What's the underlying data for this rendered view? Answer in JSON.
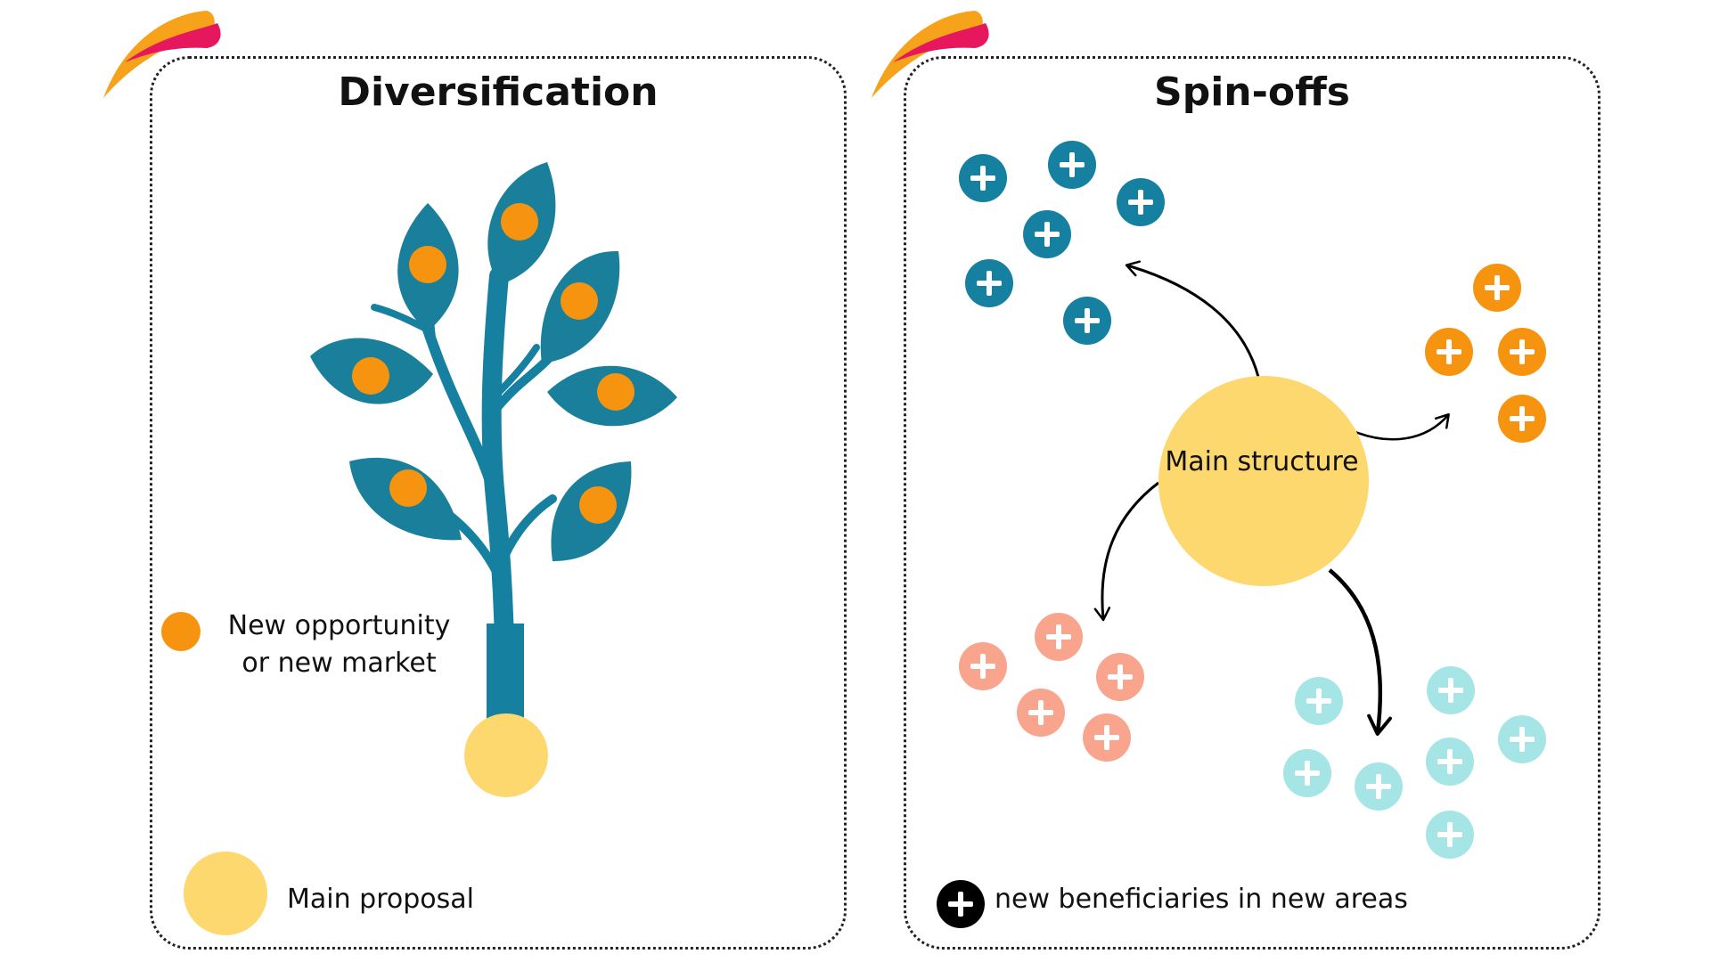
{
  "panels": {
    "left": {
      "title": "Diversification",
      "legend_opportunity": "New opportunity or new market",
      "legend_main": "Main proposal"
    },
    "right": {
      "title": "Spin-offs",
      "main_structure": "Main structure",
      "legend_plus": "new beneficiaries in new areas"
    }
  },
  "colors": {
    "teal_dark": "#15809f",
    "teal_leaf": "#1a7f9a",
    "orange": "#f7940f",
    "yellow": "#fdd86e",
    "salmon": "#f9a48c",
    "aqua": "#a6e5e5",
    "logo_orange": "#f7a21b",
    "logo_pink": "#e6175c",
    "black": "#000000"
  },
  "icons": [
    "logo-brush-icon",
    "plus-circle-icon",
    "arrow-icon",
    "leaf-icon"
  ]
}
